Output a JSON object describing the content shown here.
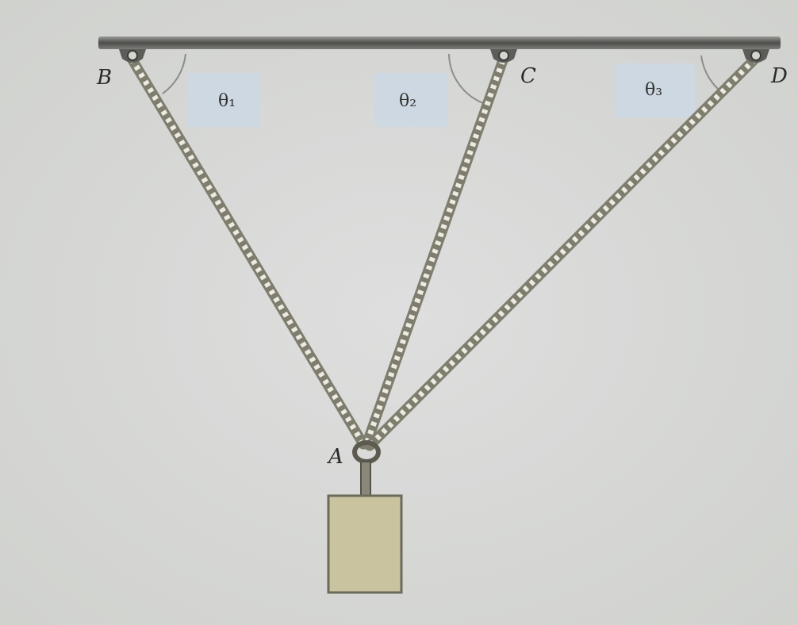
{
  "diagram": {
    "points": {
      "A": "A",
      "B": "B",
      "C": "C",
      "D": "D"
    },
    "angles": {
      "theta1": "θ₁",
      "theta2": "θ₂",
      "theta3": "θ₃"
    },
    "colors": {
      "background": "#d8d8d4",
      "ceiling": "#5a5a58",
      "rope": "#8a8878",
      "rope_light": "#eae8dc",
      "block": "#c9c3a0",
      "block_edge": "#6c6a5a",
      "angle_box": "#cdd8e4",
      "arc": "#8c8c8c"
    }
  }
}
